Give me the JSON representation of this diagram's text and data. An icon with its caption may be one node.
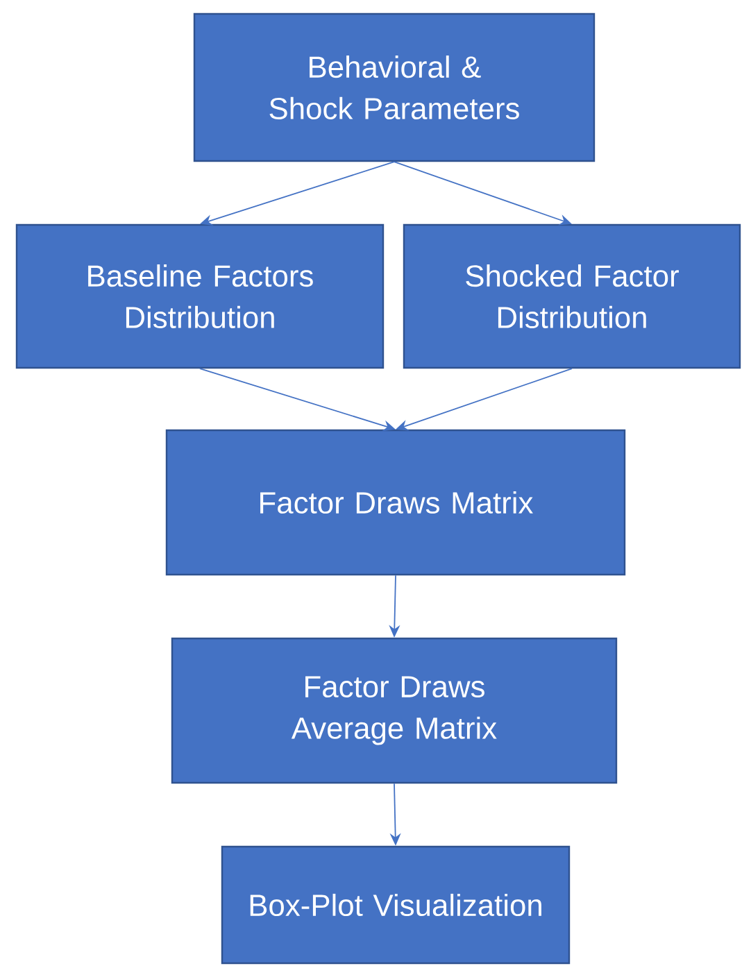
{
  "diagram": {
    "nodes": [
      {
        "text": [
          "Behavioral & Shock Parameters"
        ]
      },
      {
        "text": [
          "Baseline Factors Distribution"
        ]
      },
      {
        "text": [
          "Shocked Factor Distribution"
        ]
      },
      {
        "text": [
          "Factor Draws Matrix"
        ]
      },
      {
        "text": [
          "Factor Draws Average Matrix"
        ]
      },
      {
        "text": [
          "Box-Plot Visualization"
        ]
      }
    ],
    "edges": [
      {
        "from": 0,
        "to": 1,
        "arrow": "to"
      },
      {
        "from": 0,
        "to": 2,
        "arrow": "to"
      },
      {
        "from": 1,
        "to": 3,
        "arrow": "to"
      },
      {
        "from": 2,
        "to": 3,
        "arrow": "to"
      },
      {
        "from": 3,
        "to": 4,
        "arrow": "to"
      },
      {
        "from": 4,
        "to": 5,
        "arrow": "to"
      }
    ]
  }
}
